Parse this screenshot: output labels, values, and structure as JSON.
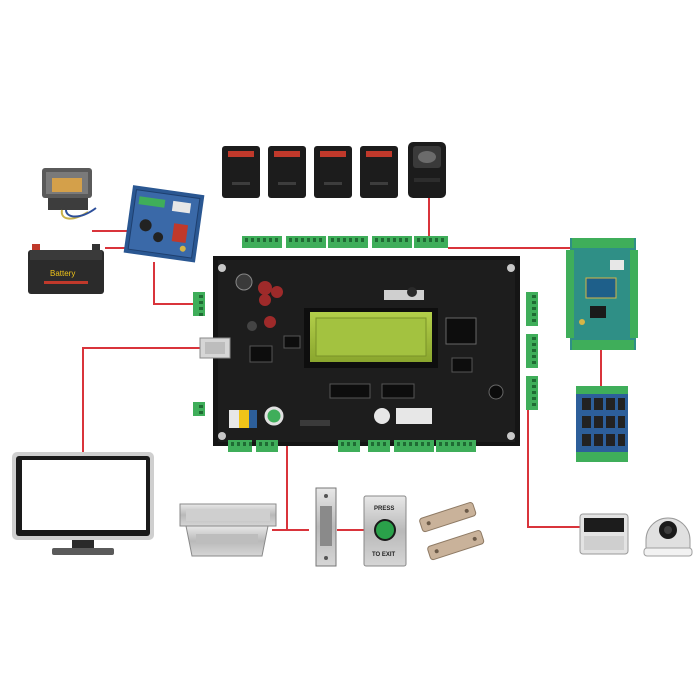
{
  "colors": {
    "wire": "#d9343b",
    "board": "#151515",
    "terminal": "#3fae5a",
    "lcd": "#9fbf3a",
    "pcb_blue": "#2d5f9a",
    "pcb_green": "#2f8f86"
  },
  "labels": {
    "battery": "Battery",
    "lcd_text": "",
    "exit_sign_top": "PRESS",
    "exit_sign_bottom": "TO EXIT"
  },
  "components": [
    {
      "id": "transformer",
      "icon": "transformer-icon"
    },
    {
      "id": "power-board",
      "icon": "pcb-icon"
    },
    {
      "id": "battery",
      "icon": "battery-icon"
    },
    {
      "id": "card-reader-1",
      "icon": "card-reader-icon"
    },
    {
      "id": "card-reader-2",
      "icon": "card-reader-icon"
    },
    {
      "id": "card-reader-3",
      "icon": "card-reader-icon"
    },
    {
      "id": "card-reader-4",
      "icon": "card-reader-icon"
    },
    {
      "id": "fingerprint-reader",
      "icon": "fingerprint-reader-icon"
    },
    {
      "id": "main-controller",
      "icon": "controller-board-icon"
    },
    {
      "id": "expansion-board",
      "icon": "pcb-icon"
    },
    {
      "id": "relay-board",
      "icon": "relay-board-icon"
    },
    {
      "id": "monitor",
      "icon": "monitor-icon"
    },
    {
      "id": "magnetic-lock",
      "icon": "magnetic-lock-icon"
    },
    {
      "id": "electric-strike",
      "icon": "electric-strike-icon"
    },
    {
      "id": "exit-button",
      "icon": "exit-button-icon"
    },
    {
      "id": "door-contacts",
      "icon": "door-contact-icon"
    },
    {
      "id": "alarm-keypad",
      "icon": "keypad-icon"
    },
    {
      "id": "dome-camera",
      "icon": "dome-camera-icon"
    }
  ]
}
